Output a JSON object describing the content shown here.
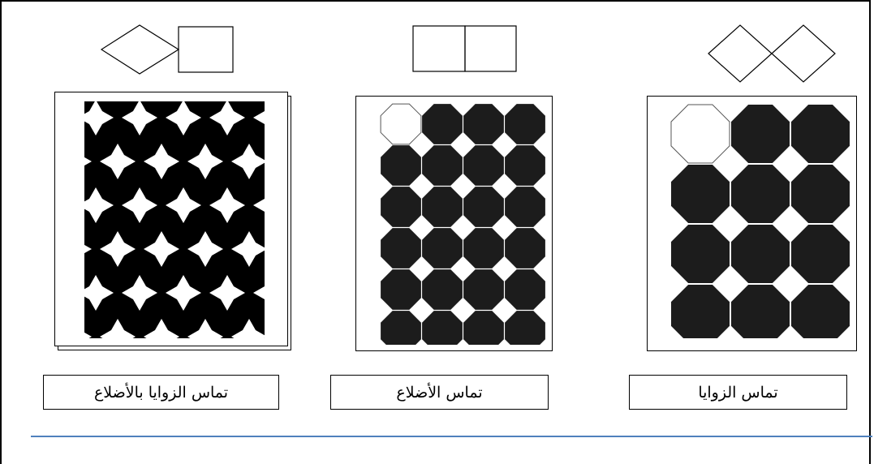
{
  "colors": {
    "ink": "#000000",
    "paper": "#ffffff",
    "rule": "#4f81bd",
    "fill": "#1c1c1c"
  },
  "patterns": [
    {
      "label": "تماس الزوايا بالأضلاع",
      "icon": "diamond-square-icon",
      "tiling": "octagon-star-tiling"
    },
    {
      "label": "تماس الأضلاع",
      "icon": "two-squares-icon",
      "tiling": "octagon-grid-4x6"
    },
    {
      "label": "تماس الزوايا",
      "icon": "two-diamonds-icon",
      "tiling": "octagon-grid-3x4"
    }
  ]
}
